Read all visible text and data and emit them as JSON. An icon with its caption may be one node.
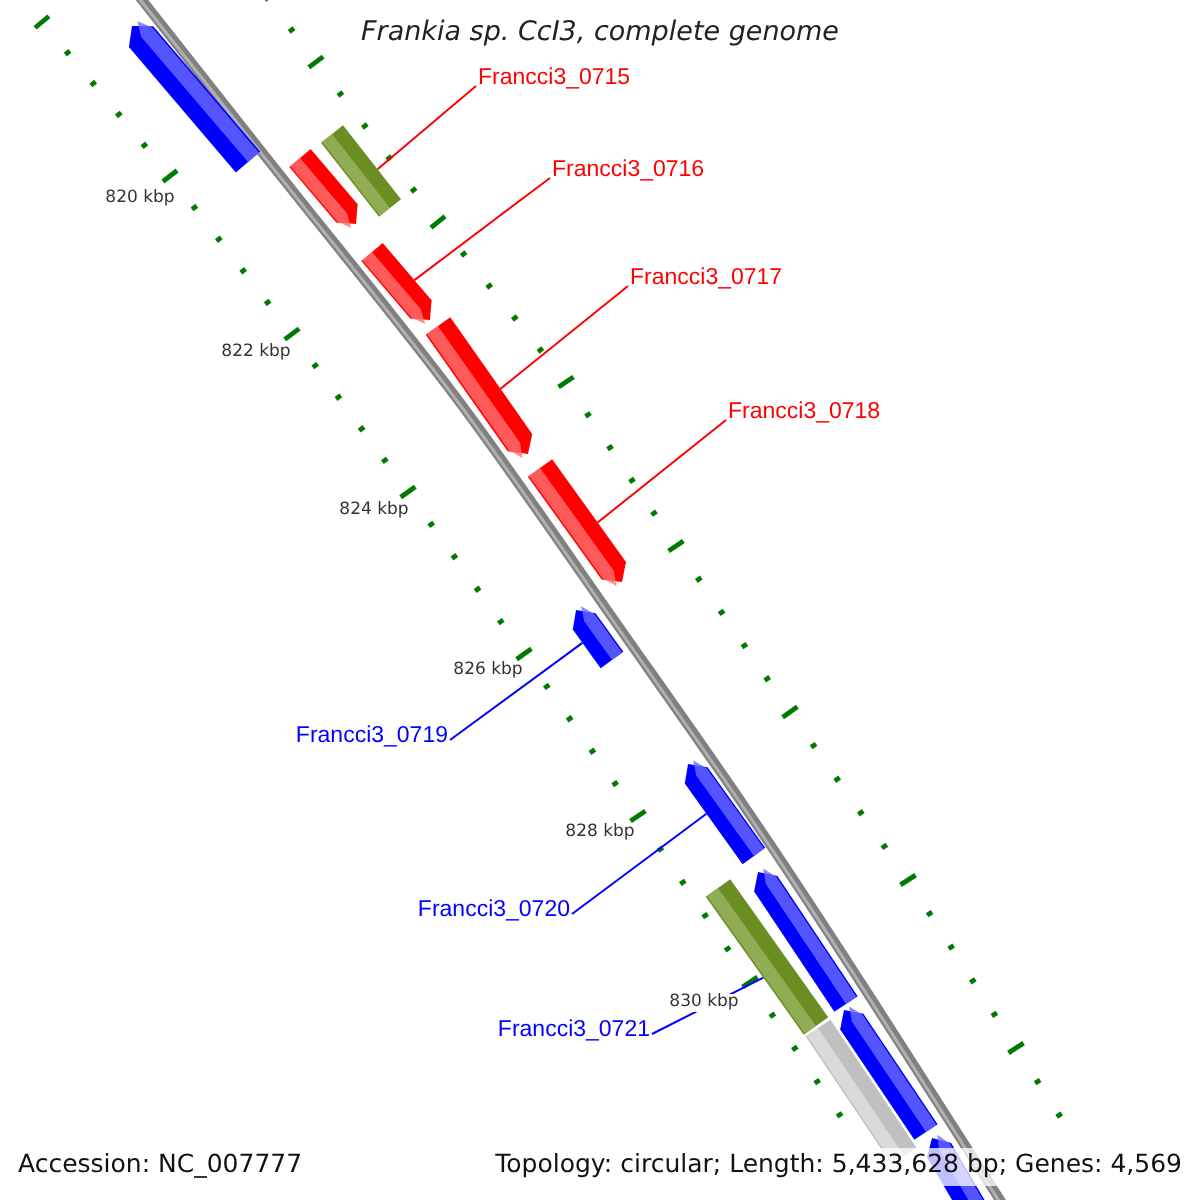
{
  "diagram": {
    "title": "Frankia sp. CcI3, complete genome",
    "nodes": [
      {
        "text": [
          "Francci3_0715"
        ]
      },
      {
        "text": [
          "Francci3_0716"
        ]
      },
      {
        "text": [
          "Francci3_0717"
        ]
      },
      {
        "text": [
          "Francci3_0718"
        ]
      },
      {
        "text": [
          "Francci3_0719"
        ]
      },
      {
        "text": [
          "Francci3_0720"
        ]
      },
      {
        "text": [
          "Francci3_0721"
        ]
      },
      {
        "text": [],
        "shape": "pentagon"
      },
      {
        "text": [],
        "shape": "bar"
      },
      {
        "text": [],
        "shape": "pentagon"
      },
      {
        "text": [],
        "shape": "pentagon"
      },
      {
        "text": [],
        "shape": "pentagon"
      },
      {
        "text": [],
        "shape": "pentagon"
      },
      {
        "text": [],
        "shape": "pentagon"
      },
      {
        "text": [],
        "shape": "pentagon"
      },
      {
        "text": [],
        "shape": "pentagon"
      },
      {
        "text": [],
        "shape": "bar"
      },
      {
        "text": [],
        "shape": "pentagon"
      },
      {
        "text": [],
        "shape": "bar"
      },
      {
        "text": [],
        "shape": "pentagon"
      }
    ],
    "edges": [
      {
        "from": 0,
        "to": 8,
        "arrow": "none"
      },
      {
        "from": 1,
        "to": 10,
        "arrow": "none"
      },
      {
        "from": 2,
        "to": 11,
        "arrow": "none"
      },
      {
        "from": 3,
        "to": 12,
        "arrow": "none"
      },
      {
        "from": 4,
        "to": 13,
        "arrow": "none",
        "color": "#0000ff"
      },
      {
        "from": 5,
        "to": 14,
        "arrow": "none",
        "color": "#0000ff"
      },
      {
        "from": 6,
        "to": 16,
        "arrow": "none",
        "color": "#0000ff"
      }
    ],
    "labels": [
      "820 kbp",
      "822 kbp",
      "824 kbp",
      "826 kbp",
      "828 kbp",
      "830 kbp",
      "Accession: NC_007777",
      "Topology: circular; Length: 5,433,628 bp; Genes: 4,569"
    ]
  }
}
